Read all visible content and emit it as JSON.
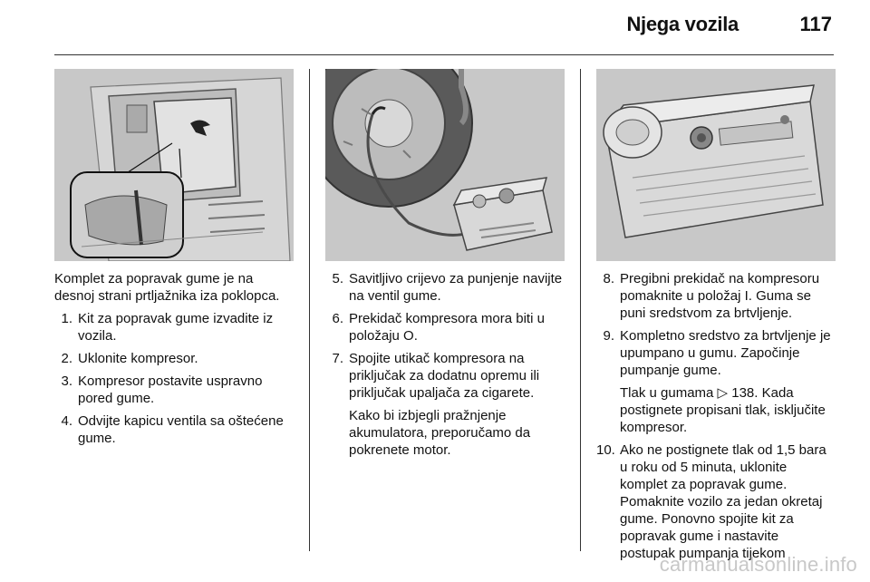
{
  "header": {
    "title": "Njega vozila",
    "page_number": "117"
  },
  "column1": {
    "intro": "Komplet za popravak gume je na desnoj strani prtljažnika iza poklopca.",
    "items": [
      {
        "num": "1.",
        "text": "Kit za popravak gume izvadite iz vozila."
      },
      {
        "num": "2.",
        "text": "Uklonite kompresor."
      },
      {
        "num": "3.",
        "text": "Kompresor postavite uspravno pored gume."
      },
      {
        "num": "4.",
        "text": "Odvijte kapicu ventila sa oštećene gume."
      }
    ]
  },
  "column2": {
    "items": [
      {
        "num": "5.",
        "text": "Savitljivo crijevo za punjenje navijte na ventil gume."
      },
      {
        "num": "6.",
        "text": "Prekidač kompresora mora biti u položaju O."
      },
      {
        "num": "7.",
        "text": "Spojite utikač kompresora na priključak za dodatnu opremu ili priključak upaljača za cigarete."
      }
    ],
    "note": "Kako bi izbjegli pražnjenje akumulatora, preporučamo da pokrenete motor."
  },
  "column3": {
    "item8": {
      "num": "8.",
      "text": "Pregibni prekidač na kompresoru pomaknite u položaj I. Guma se puni sredstvom za brtvljenje."
    },
    "item9": {
      "num": "9.",
      "text": "Kompletno sredstvo za brtvljenje je upumpano u gumu. Započinje pumpanje gume."
    },
    "note": "Tlak u gumama ▷ 138. Kada postignete propisani tlak, isključite kompresor.",
    "item10": {
      "num": "10.",
      "text": "Ako ne postignete tlak od 1,5 bara u roku od 5 minuta, uklonite komplet za popravak gume. Pomaknite vozilo za jedan okretaj gume. Ponovno spojite kit za popravak gume i nastavite postupak pumpanja tijekom"
    }
  },
  "watermark": "carmanualsonline.info"
}
